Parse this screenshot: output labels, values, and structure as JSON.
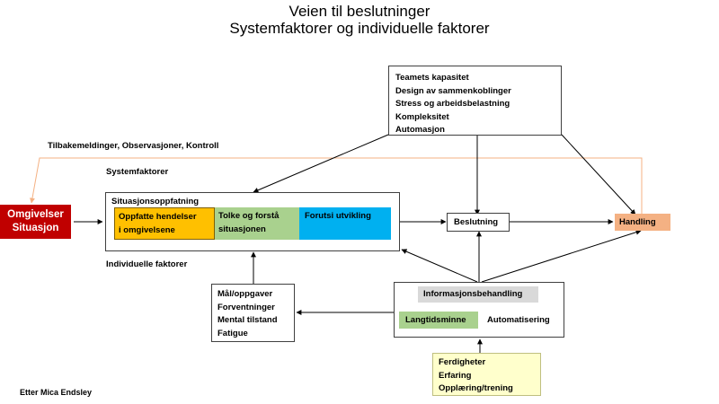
{
  "title": {
    "line1": "Veien til beslutninger",
    "line2": "Systemfaktorer og individuelle faktorer"
  },
  "team_factors": {
    "items": [
      "Teamets kapasitet",
      "Design av sammenkoblinger",
      "Stress og arbeidsbelastning",
      "Kompleksitet",
      "Automasjon"
    ]
  },
  "feedback_label": "Tilbakemeldinger, Observasjoner, Kontroll",
  "system_factors_label": "Systemfaktorer",
  "individual_factors_label": "Individuelle faktorer",
  "environment": {
    "line1": "Omgivelser",
    "line2": "Situasjon",
    "color": "#c00000"
  },
  "situation_awareness": {
    "label": "Situasjonsoppfatning",
    "levels": [
      {
        "line1": "Oppfatte hendelser",
        "line2": "i omgivelsene",
        "color": "#ffc000"
      },
      {
        "line1": "Tolke og forstå",
        "line2": "situasjonen",
        "color": "#a9d18e"
      },
      {
        "line1": "Forutsi utvikling",
        "line2": "",
        "color": "#00b0f0"
      }
    ]
  },
  "decision_label": "Beslutning",
  "action": {
    "label": "Handling",
    "color": "#f4b183"
  },
  "goals": {
    "items": [
      "Mål/oppgaver",
      "Forventninger",
      "Mental tilstand",
      "Fatigue"
    ]
  },
  "information_processing": {
    "label": "Informasjonsbehandling",
    "long_term_memory": "Langtidsminne",
    "automaticity": "Automatisering",
    "header_color": "#d9d9d9",
    "memory_color": "#a9d18e"
  },
  "abilities": {
    "items": [
      "Ferdigheter",
      "Erfaring",
      "Opplæring/trening"
    ],
    "color": "#ffffcc"
  },
  "credit": "Etter Mica Endsley"
}
